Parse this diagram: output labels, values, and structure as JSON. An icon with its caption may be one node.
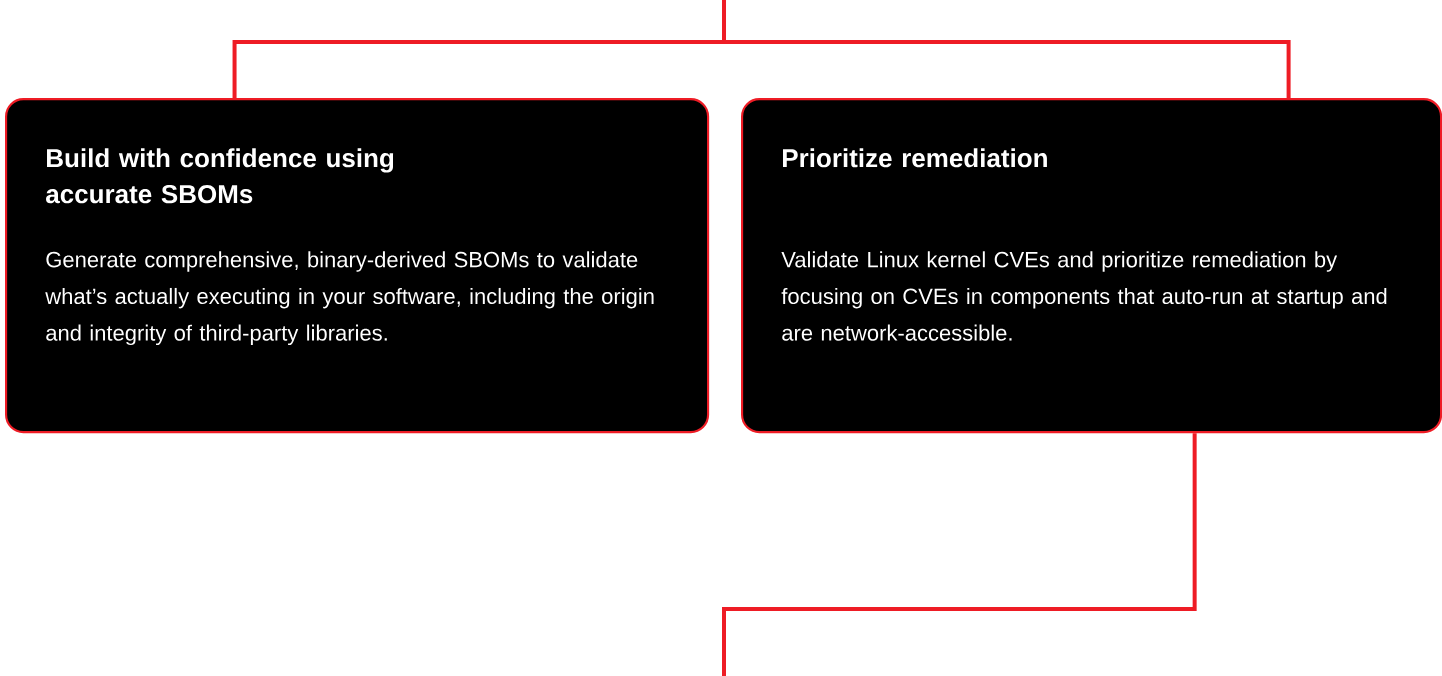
{
  "diagram": {
    "nodes": [
      {
        "text": [
          "Build with confidence using accurate SBOMs",
          "Generate comprehensive, binary-derived SBOMs to validate what’s actually executing in your software, including the origin and integrity of third-party libraries."
        ]
      },
      {
        "text": [
          "Prioritize remediation",
          "Validate Linux kernel CVEs and prioritize remediation by focusing on CVEs in components that auto-run at startup and are network-accessible."
        ]
      }
    ],
    "edges": [
      {
        "from": null,
        "to": 0,
        "arrow": "none"
      },
      {
        "from": null,
        "to": 1,
        "arrow": "none"
      },
      {
        "from": 1,
        "to": null,
        "arrow": "none"
      }
    ]
  }
}
